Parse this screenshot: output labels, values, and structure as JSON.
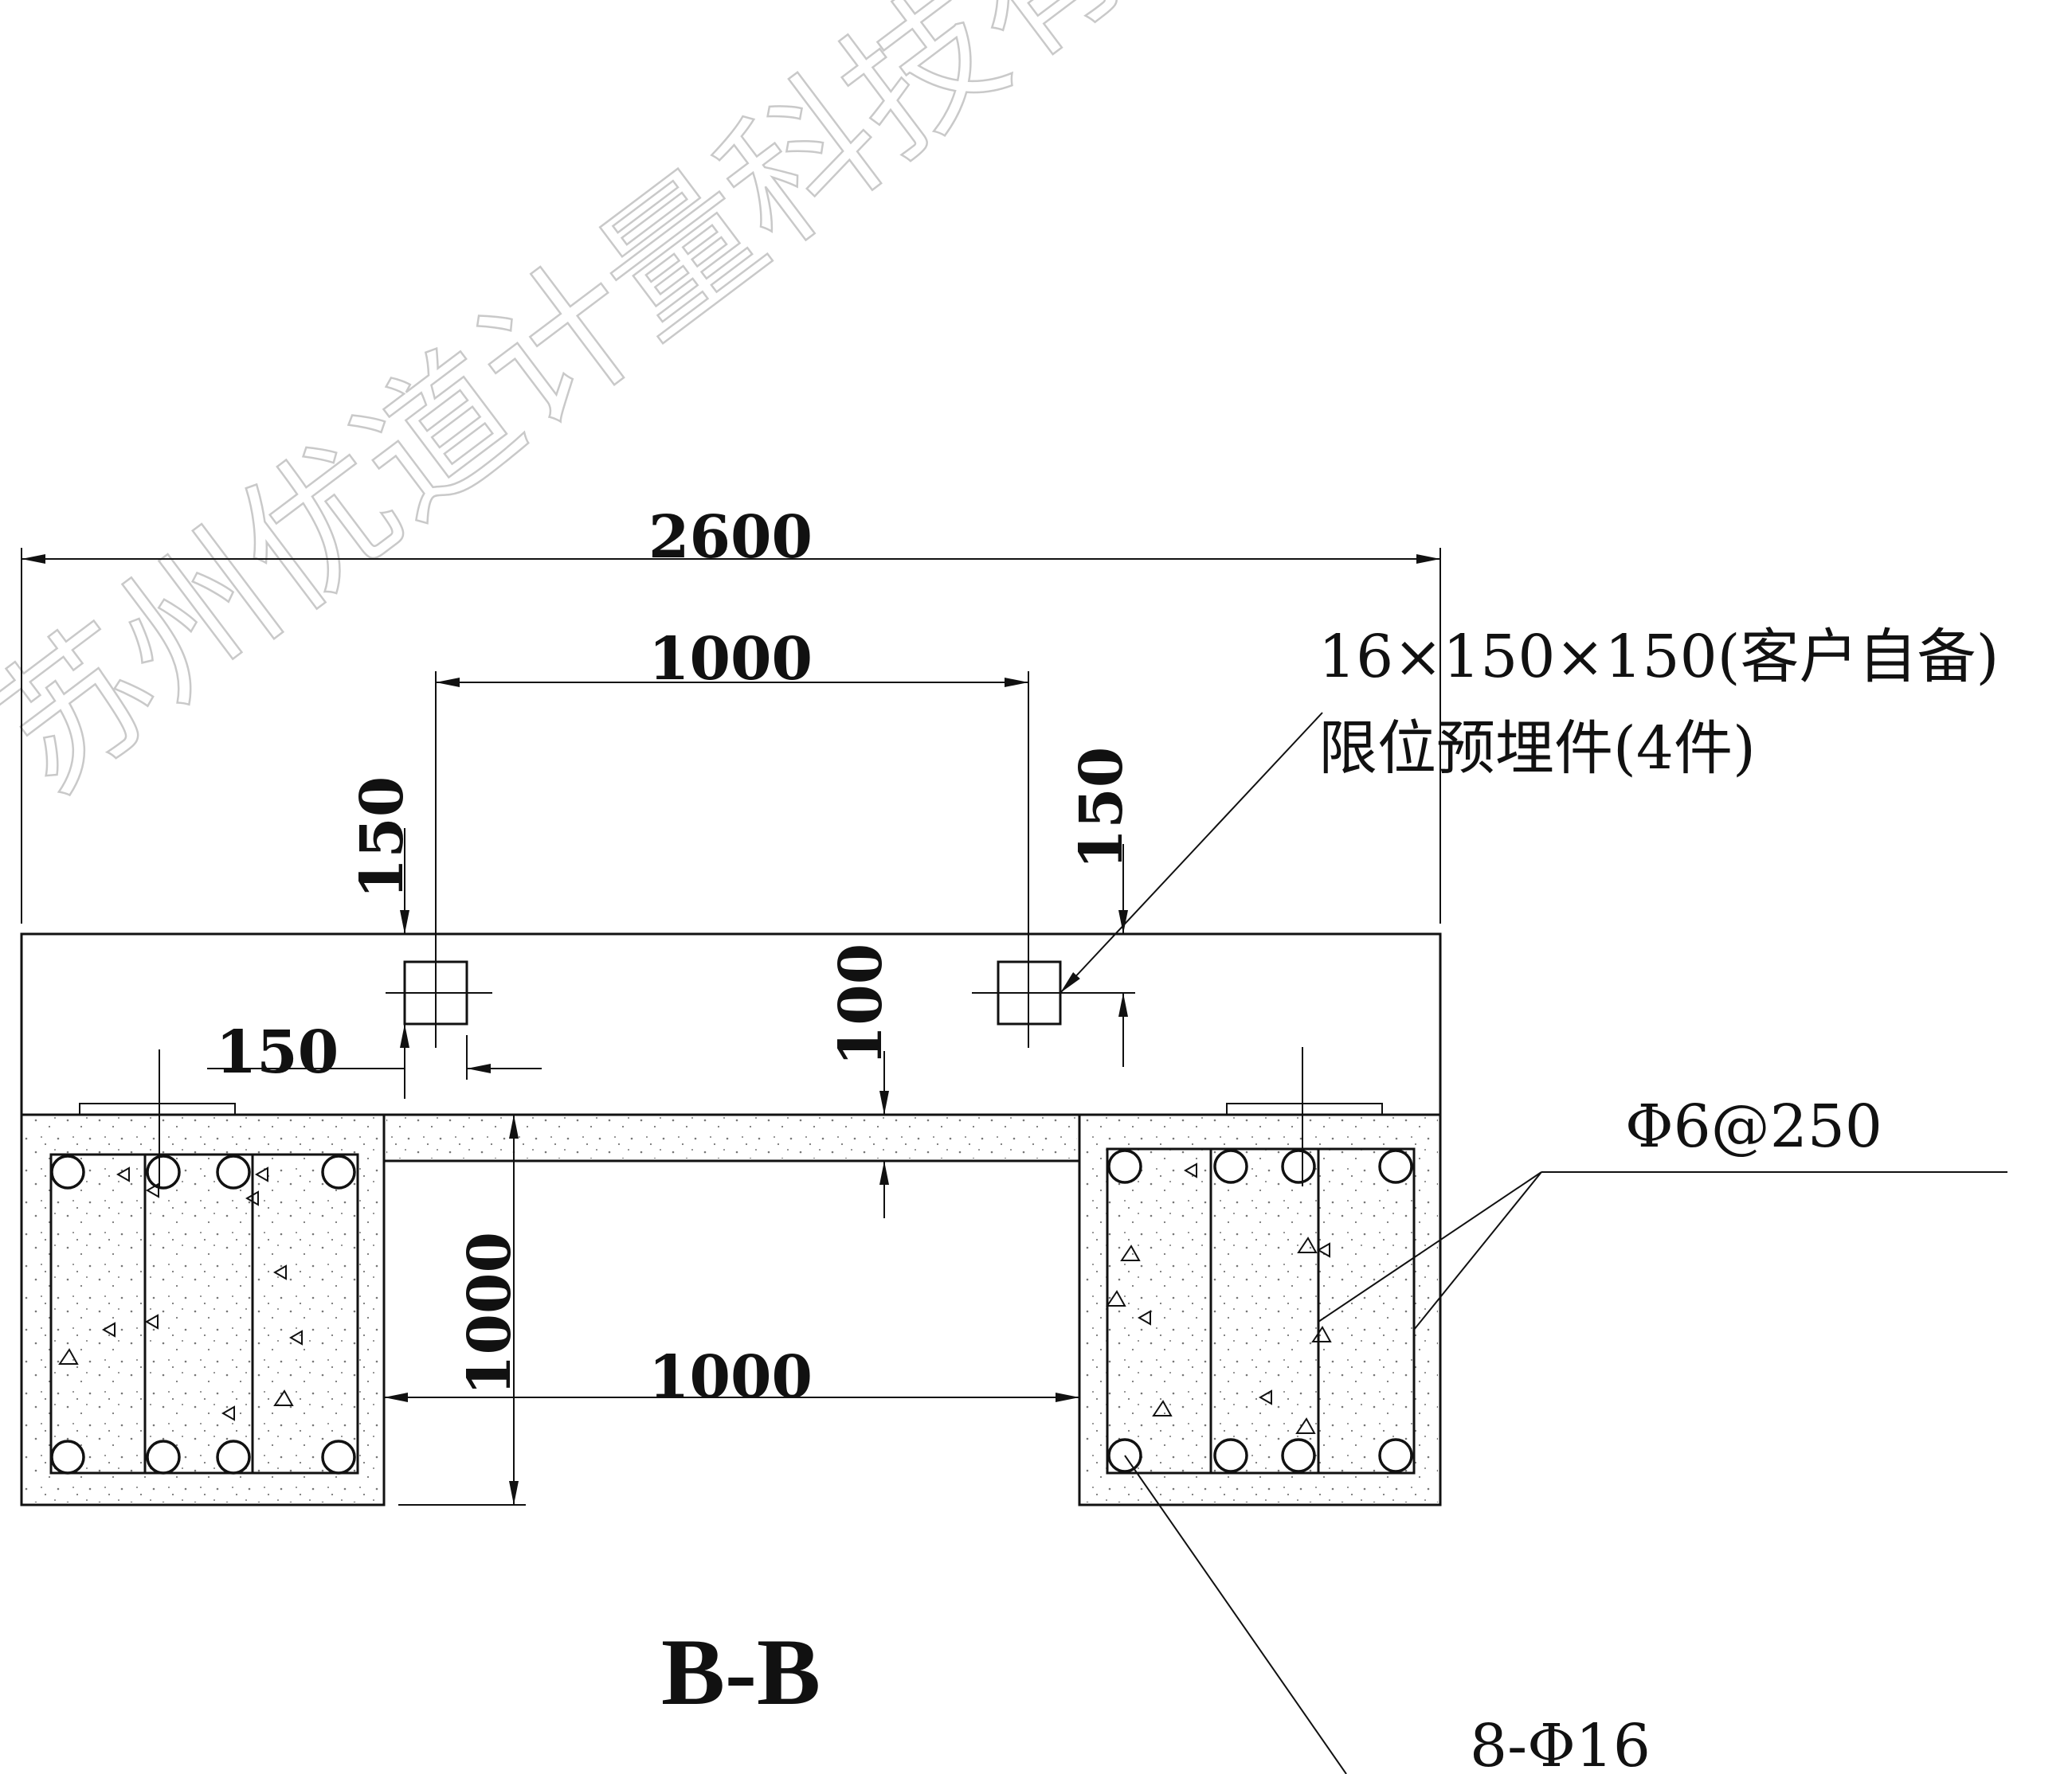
{
  "watermark": "苏州优道计量科技有限公司",
  "section_title": "B-B",
  "dimensions": {
    "overall_width": "2600",
    "pit_span_top": "1000",
    "pit_span_bottom": "1000",
    "left_offset_vertical": "150",
    "right_offset_vertical": "150",
    "left_offset_horizontal": "150",
    "slab_thickness": "100",
    "pit_depth": "1000"
  },
  "notes": {
    "embedded_plate_size": "16×150×150(客户自备)",
    "embedded_plate_label": "限位预埋件(4件)",
    "stirrup_spec": "Φ6@250",
    "main_bars": "8-Φ16"
  }
}
